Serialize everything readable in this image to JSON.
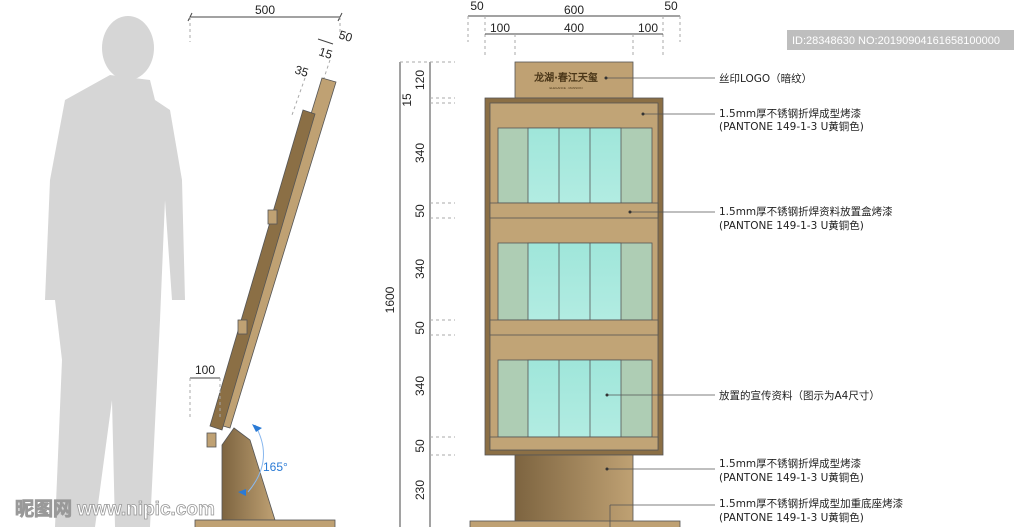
{
  "side_view": {
    "width_dim": "500",
    "thickness_dims": [
      "50",
      "15",
      "35"
    ],
    "foot_dim": "100",
    "angle": "165°"
  },
  "front_view": {
    "top_dims": [
      "50",
      "600",
      "50"
    ],
    "sub_dims": [
      "100",
      "400",
      "100"
    ],
    "vertical_dims": [
      "120",
      "15",
      "340",
      "50",
      "340",
      "50",
      "340",
      "50",
      "230"
    ],
    "overall_height": "1600",
    "logo_text": "龙湖·春江天玺",
    "logo_subtext": "ELEGANCE · MANSION"
  },
  "annotations": [
    {
      "line1": "丝印LOGO（暗纹）",
      "line2": ""
    },
    {
      "line1": "1.5mm厚不锈钢折焊成型烤漆",
      "line2": "(PANTONE 149-1-3 U黄铜色)"
    },
    {
      "line1": "1.5mm厚不锈钢折焊资料放置盒烤漆",
      "line2": "(PANTONE 149-1-3 U黄铜色)"
    },
    {
      "line1": "放置的宣传资料（图示为A4尺寸）",
      "line2": ""
    },
    {
      "line1": "1.5mm厚不锈钢折焊成型烤漆",
      "line2": "(PANTONE 149-1-3 U黄铜色)"
    },
    {
      "line1": "1.5mm厚不锈钢折焊成型加重底座烤漆",
      "line2": "(PANTONE 149-1-3 U黄铜色)"
    }
  ],
  "watermark": {
    "logo": "昵图网 www.nipic.com",
    "id": "ID:28348630 NO:20190904161658100000"
  },
  "colors": {
    "brass": "#bfa173",
    "brass_dark": "#8b6f45",
    "glass": "#a6e8dc",
    "silhouette": "#d6d6d6"
  }
}
